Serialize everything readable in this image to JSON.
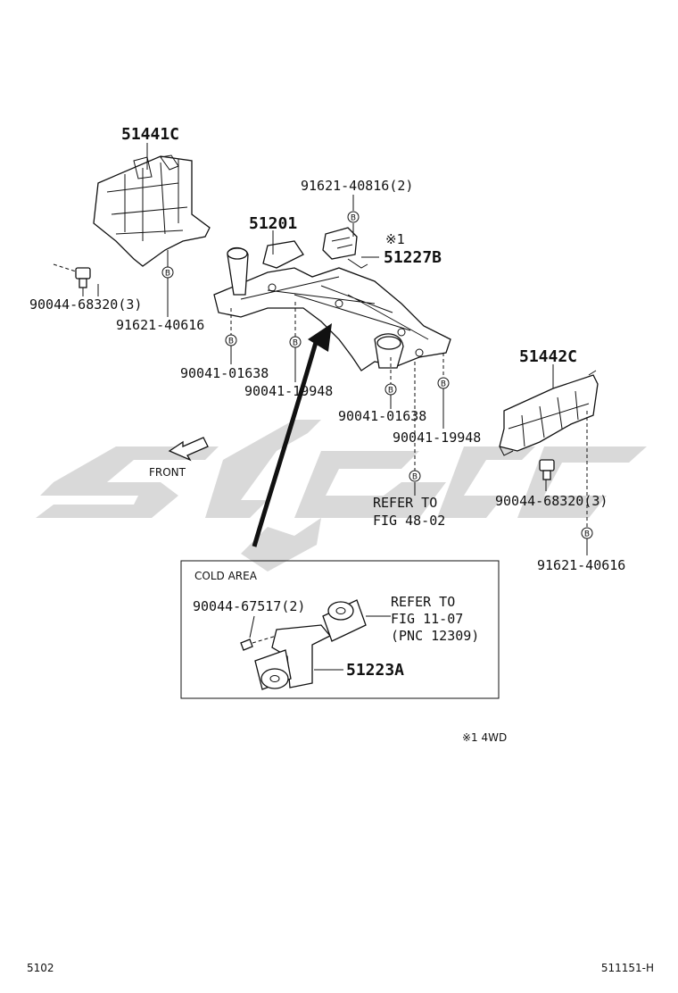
{
  "labels": {
    "p51441c": "51441C",
    "p51201": "51201",
    "p51227b": "51227B",
    "p51442c": "51442C",
    "p51223a": "51223A",
    "p91621_40816": "91621-40816(2)",
    "note_mark": "※1",
    "p90044_68320_l": "90044-68320(3)",
    "p91621_40616_l": "91621-40616",
    "p90041_01638_l": "90041-01638",
    "p90041_19948_l": "90041-19948",
    "p90041_01638_r": "90041-01638",
    "p90041_19948_r": "90041-19948",
    "p90044_68320_r": "90044-68320(3)",
    "p91621_40616_r": "91621-40616",
    "refer1_line1": "REFER TO",
    "refer1_line2": "FIG 48-02",
    "front": "FRONT",
    "cold_area": "COLD AREA",
    "p90044_67517": "90044-67517(2)",
    "refer2_line1": "REFER TO",
    "refer2_line2": "FIG 11-07",
    "refer2_line3": "(PNC 12309)",
    "bolt_marker": "B"
  },
  "footnote": "※1 4WD",
  "footer": {
    "left": "5102",
    "right": "511151-H"
  },
  "colors": {
    "watermark": "#d7d7d7",
    "line": "#111111"
  }
}
